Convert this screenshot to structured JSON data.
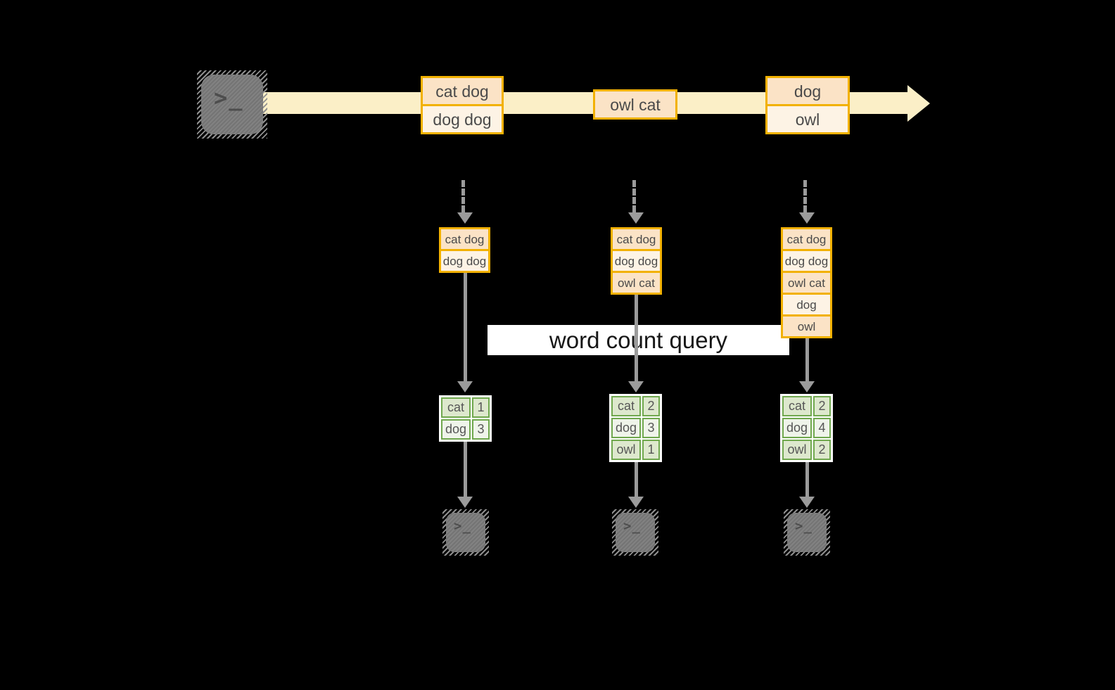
{
  "colors": {
    "background": "#000000",
    "stream_band": "#FBEFC7",
    "message_border": "#F2B100",
    "message_fill_dark": "#FBE3C6",
    "message_fill_light": "#FDF3E5",
    "table_border": "#70A84E",
    "table_fill_dark": "#DDE8CD",
    "table_fill_light": "#EFF4EA",
    "arrow_gray": "#9B9B9B",
    "terminal_gray": "#7B7B7B",
    "banner_bg": "#FFFFFF"
  },
  "icons": {
    "terminal_prompt": ">_"
  },
  "query_banner": {
    "label": "word count query"
  },
  "stream": {
    "message1": {
      "line1": "cat dog",
      "line2": "dog dog"
    },
    "message2": {
      "line1": "owl cat"
    },
    "message3": {
      "line1": "dog",
      "line2": "owl"
    }
  },
  "workers": [
    {
      "buffer": [
        "cat dog",
        "dog dog"
      ],
      "counts": [
        {
          "word": "cat",
          "count": 1
        },
        {
          "word": "dog",
          "count": 3
        }
      ]
    },
    {
      "buffer": [
        "cat dog",
        "dog dog",
        "owl cat"
      ],
      "counts": [
        {
          "word": "cat",
          "count": 2
        },
        {
          "word": "dog",
          "count": 3
        },
        {
          "word": "owl",
          "count": 1
        }
      ]
    },
    {
      "buffer": [
        "cat dog",
        "dog dog",
        "owl cat",
        "dog",
        "owl"
      ],
      "counts": [
        {
          "word": "cat",
          "count": 2
        },
        {
          "word": "dog",
          "count": 4
        },
        {
          "word": "owl",
          "count": 2
        }
      ]
    }
  ]
}
